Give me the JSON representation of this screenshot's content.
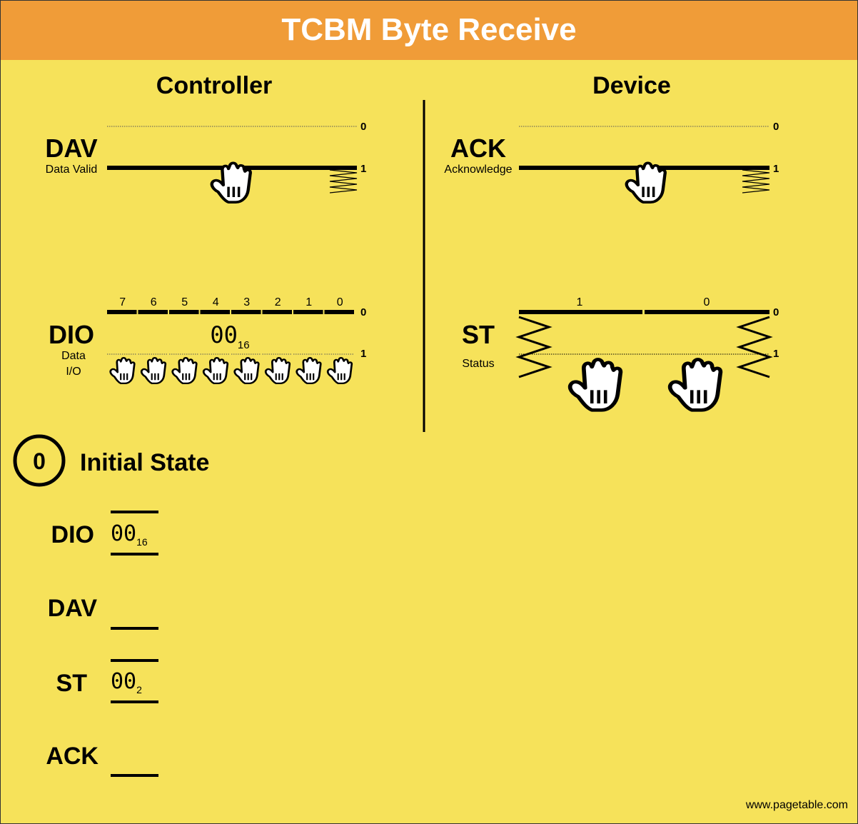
{
  "title": "TCBM Byte Receive",
  "controller": {
    "heading": "Controller",
    "dav": {
      "name": "DAV",
      "desc": "Data Valid",
      "level0": "0",
      "level1": "1"
    },
    "dio": {
      "name": "DIO",
      "desc_line1": "Data",
      "desc_line2": "I/O",
      "bits": [
        "7",
        "6",
        "5",
        "4",
        "3",
        "2",
        "1",
        "0"
      ],
      "value": "00",
      "base": "16",
      "level0": "0",
      "level1": "1"
    }
  },
  "device": {
    "heading": "Device",
    "ack": {
      "name": "ACK",
      "desc": "Acknowledge",
      "level0": "0",
      "level1": "1"
    },
    "st": {
      "name": "ST",
      "desc": "Status",
      "bits": [
        "1",
        "0"
      ],
      "level0": "0",
      "level1": "1"
    }
  },
  "state": {
    "number": "0",
    "title": "Initial State",
    "rows": [
      {
        "label": "DIO",
        "value": "00",
        "base": "16"
      },
      {
        "label": "DAV",
        "value": "",
        "base": ""
      },
      {
        "label": "ST",
        "value": "00",
        "base": "2"
      },
      {
        "label": "ACK",
        "value": "",
        "base": ""
      }
    ]
  },
  "footer": "www.pagetable.com",
  "colors": {
    "header": "#F09C38",
    "background": "#F6E25A"
  }
}
